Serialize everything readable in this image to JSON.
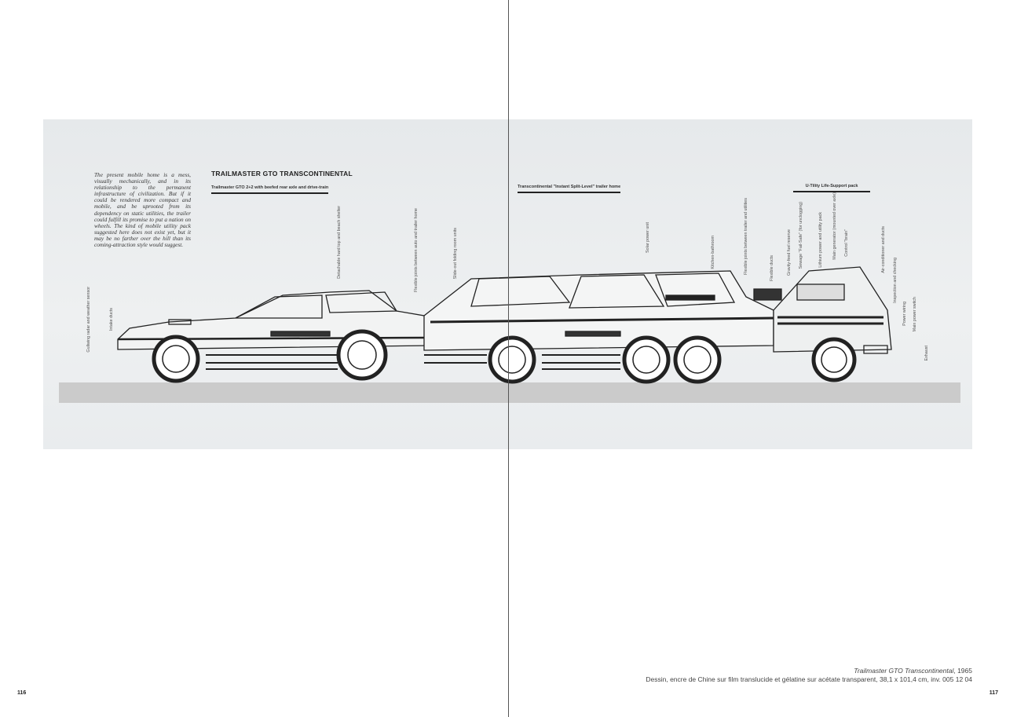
{
  "page_left": "116",
  "page_right": "117",
  "drawing": {
    "paragraph": "The present mobile home is a mess, visually mechanically, and in its relationship to the permanent infrastructure of civilization. But if it could be rendered more compact and mobile, and be uprooted from its dependency on static utilities, the trailer could fulfill its promise to put a nation on wheels. The kind of mobile utility pack suggested here does not exist yet, but it may be no farther over the hill than its coming-attraction style would suggest.",
    "title": "TRAILMASTER GTO TRANSCONTINENTAL",
    "sections": [
      "Trailmaster GTO 2+2 with beefed rear axle and drive-train",
      "Transcontinental \"Instant Split-Level\" trailer home",
      "U-Tility Life-Support pack"
    ],
    "labels": [
      "Gullwing radar and weather sensor",
      "Intake ducts",
      "Detachable hard top and beach shelter",
      "Flexible joints between auto and trailer home",
      "Slide-out folding room units",
      "Solar power unit",
      "Kitchen-bathroom",
      "Flexible joints between trailer and utilities",
      "Flexible ducts",
      "Gravity-feed fuel reserve",
      "Sewage \"Fail-Safe\" (for unclogging)",
      "Lithium power and utility pack",
      "Main generator (mounted over axle)",
      "Control \"brain\"",
      "Air-conditioner and ducts",
      "Inspection and checking",
      "Power wiring",
      "Main power switch",
      "Exhaust"
    ]
  },
  "caption": {
    "title": "Trailmaster GTO Transcontinental",
    "year": ", 1965",
    "details": "Dessin, encre de Chine sur film translucide et gélatine sur acétate transparent, 38,1 x 101,4 cm, inv. 005 12 04"
  }
}
